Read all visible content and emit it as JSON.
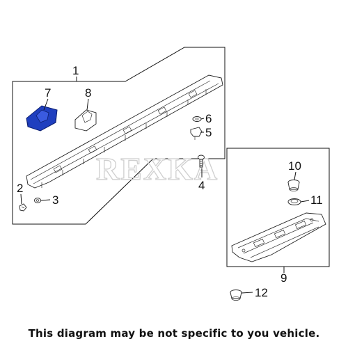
{
  "callouts": {
    "c1": "1",
    "c2": "2",
    "c3": "3",
    "c4": "4",
    "c5": "5",
    "c6": "6",
    "c7": "7",
    "c8": "8",
    "c9": "9",
    "c10": "10",
    "c11": "11",
    "c12": "12"
  },
  "watermark": "REXKA",
  "disclaimer": "This diagram may be not specific to you vehicle.",
  "colors": {
    "highlight": "#1f3fbf",
    "line": "#111111",
    "watermark": "#cfcfcf"
  }
}
